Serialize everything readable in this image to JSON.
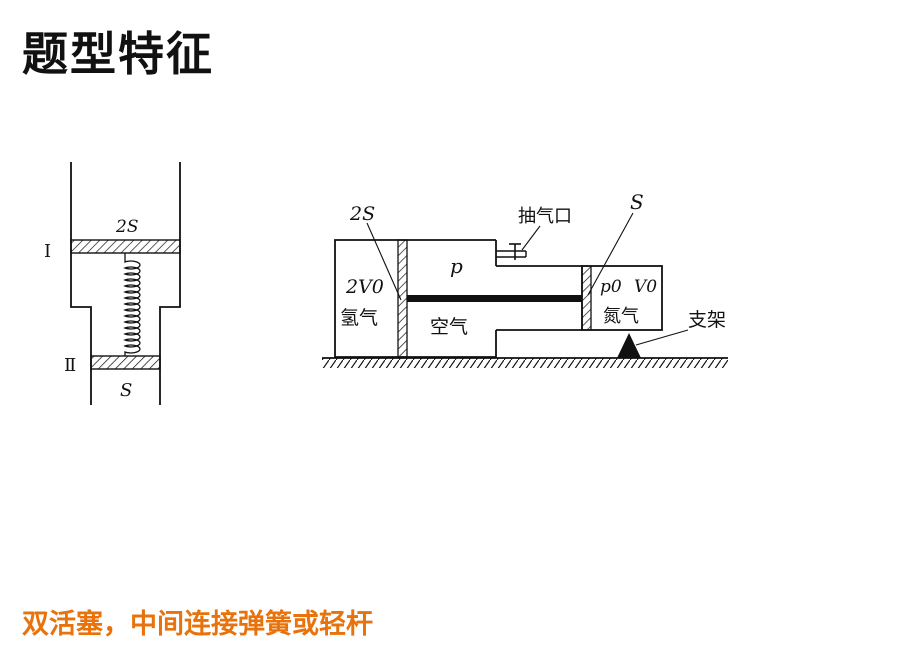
{
  "page": {
    "title": "题型特征",
    "caption": "双活塞，中间连接弹簧或轻杆"
  },
  "colors": {
    "caption": "#e8730c",
    "ink": "#111111"
  },
  "figure1": {
    "label_2S": "2S",
    "label_S": "S",
    "label_piston_1": "Ⅰ",
    "label_piston_2": "Ⅱ"
  },
  "figure2": {
    "label_2S": "2S",
    "label_S": "S",
    "label_outlet": "抽气口",
    "label_2V0": "2V0",
    "label_hydrogen": "氢气",
    "label_p": "p",
    "label_air": "空气",
    "label_p0": "p0",
    "label_V0": "V0",
    "label_nitrogen": "氮气",
    "label_support": "支架"
  }
}
